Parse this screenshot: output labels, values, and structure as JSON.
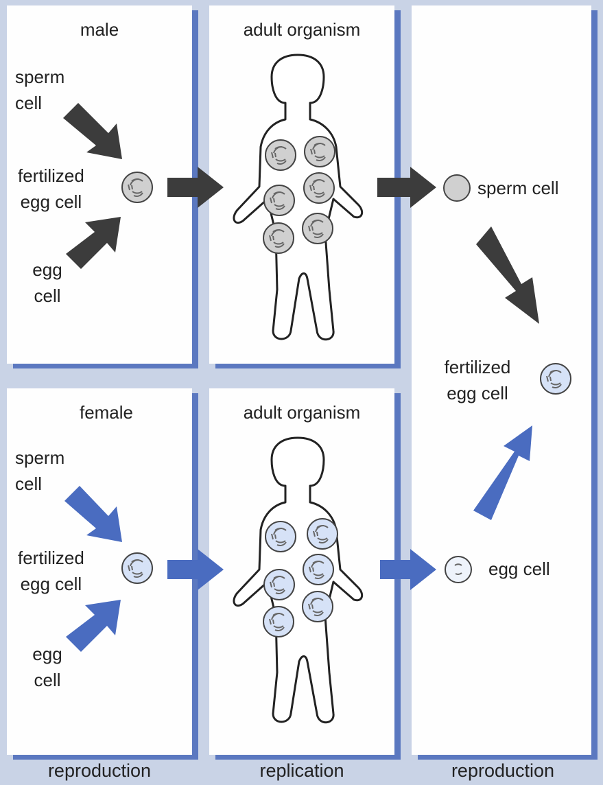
{
  "panels": {
    "male": {
      "heading": "male",
      "sperm": "sperm\ncell",
      "fertilized": "fertilized\negg cell",
      "egg": "egg\ncell"
    },
    "female": {
      "heading": "female",
      "sperm": "sperm\ncell",
      "fertilized": "fertilized\negg cell",
      "egg": "egg\ncell"
    },
    "adult_top": {
      "heading": "adult organism"
    },
    "adult_bottom": {
      "heading": "adult organism"
    },
    "right": {
      "sperm": "sperm cell",
      "fertilized": "fertilized\negg cell",
      "egg": "egg cell"
    }
  },
  "footer": {
    "left": "reproduction",
    "middle": "replication",
    "right": "reproduction"
  },
  "colors": {
    "dark_arrow": "#3c3c3c",
    "blue_arrow": "#4a6cc0",
    "gray_cell": "#d0d0d0",
    "blue_cell": "#d6e2f7",
    "panel_shadow": "#5b78c0"
  }
}
